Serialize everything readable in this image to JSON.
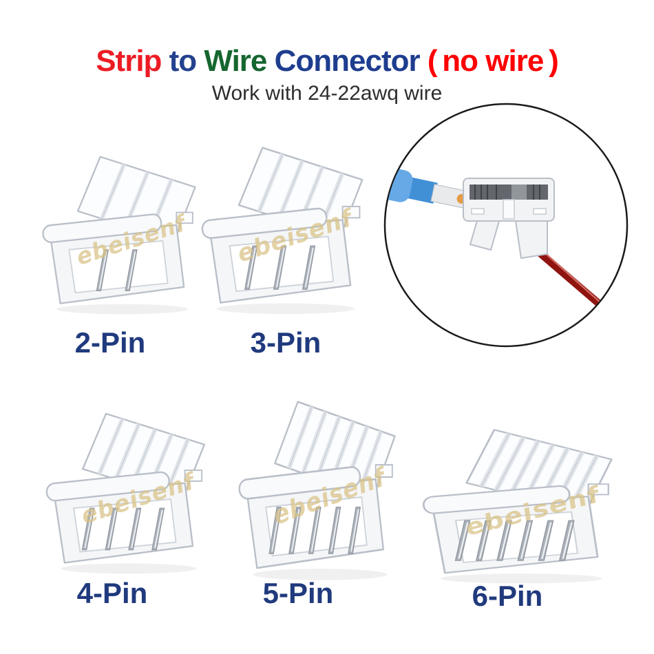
{
  "title": {
    "segments": [
      {
        "text": "Strip ",
        "color": "#ed1c24"
      },
      {
        "text": "to ",
        "color": "#24418e"
      },
      {
        "text": "Wire ",
        "color": "#15662f"
      },
      {
        "text": "Connector",
        "color": "#1e3d8f"
      },
      {
        "text": " ( no wire )",
        "color": "#fe0000"
      }
    ]
  },
  "subtitle": {
    "text": "Work with 24-22awq wire",
    "color": "#2d2d2d"
  },
  "watermark": {
    "text": "ebeisenf",
    "color": "#d9c285"
  },
  "label_color": "#203a7d",
  "connectors": [
    {
      "id": "pin2",
      "label": "2-Pin",
      "pins": 2
    },
    {
      "id": "pin3",
      "label": "3-Pin",
      "pins": 3
    },
    {
      "id": "pin4",
      "label": "4-Pin",
      "pins": 4
    },
    {
      "id": "pin5",
      "label": "5-Pin",
      "pins": 5
    },
    {
      "id": "pin6",
      "label": "6-Pin",
      "pins": 6
    }
  ],
  "connector_style": {
    "outline": "#b9bfc8",
    "lid_fill": "#fcfdfe",
    "body_fill": "#f5f6f8",
    "cavity_fill": "#ffffff",
    "rib_fill": "#e3e7ec",
    "rib_line": "#c9ced6",
    "pin_silver": "#aab0b8",
    "pin_edge": "#8a9099",
    "pin_highlight": "#f0f2f5"
  },
  "inset": {
    "circle_stroke": "#1a1a1a",
    "circle_fill": "#ffffff",
    "strip_blue": "#4190d6",
    "strip_blue_light": "#66a9e6",
    "strip_pcb_silver": "#e9eaec",
    "pad_orange": "#e39b45",
    "connector_body": "#f2f3f5",
    "connector_outline": "#b9bfc8",
    "connector_metal": "#63676d",
    "metal_hatch": "#3e4146",
    "metal_light": "#90969c",
    "wire_red": "#8f1410",
    "wire_highlight": "#cf6a60"
  }
}
